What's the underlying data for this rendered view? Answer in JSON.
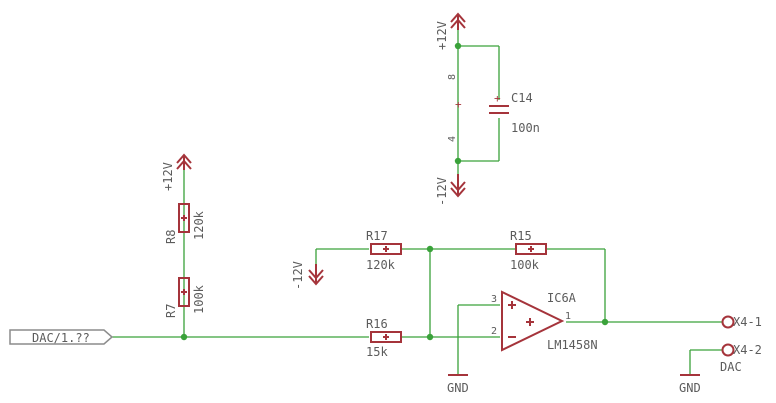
{
  "net_labels": {
    "dac_input": "DAC/1.??",
    "supply_top": "+12V",
    "supply_bottom": "-12V",
    "divider_supply": "+12V",
    "neg_supply": "-12V",
    "gnd_opamp": "GND",
    "gnd_connector": "GND"
  },
  "components": {
    "R8": {
      "name": "R8",
      "value": "120k"
    },
    "R7": {
      "name": "R7",
      "value": "100k"
    },
    "R17": {
      "name": "R17",
      "value": "120k"
    },
    "R15": {
      "name": "R15",
      "value": "100k"
    },
    "R16": {
      "name": "R16",
      "value": "15k"
    },
    "C14": {
      "name": "C14",
      "value": "100n"
    },
    "IC6A": {
      "name": "IC6A",
      "value": "LM1458N"
    }
  },
  "pins": {
    "ic_pin8": "8",
    "ic_pin4": "4",
    "ic_plus_supply": "+",
    "opamp_pin3": "3",
    "opamp_pin2": "2",
    "opamp_pin1": "1",
    "opamp_minus": "−",
    "opamp_plus": "+"
  },
  "connectors": {
    "x4_1": "X4-1",
    "x4_2": "X4-2",
    "x4_2_net": "DAC"
  },
  "colors": {
    "wire": "#3aa23a",
    "part": "#a5343b",
    "text": "#5c5c5c"
  }
}
